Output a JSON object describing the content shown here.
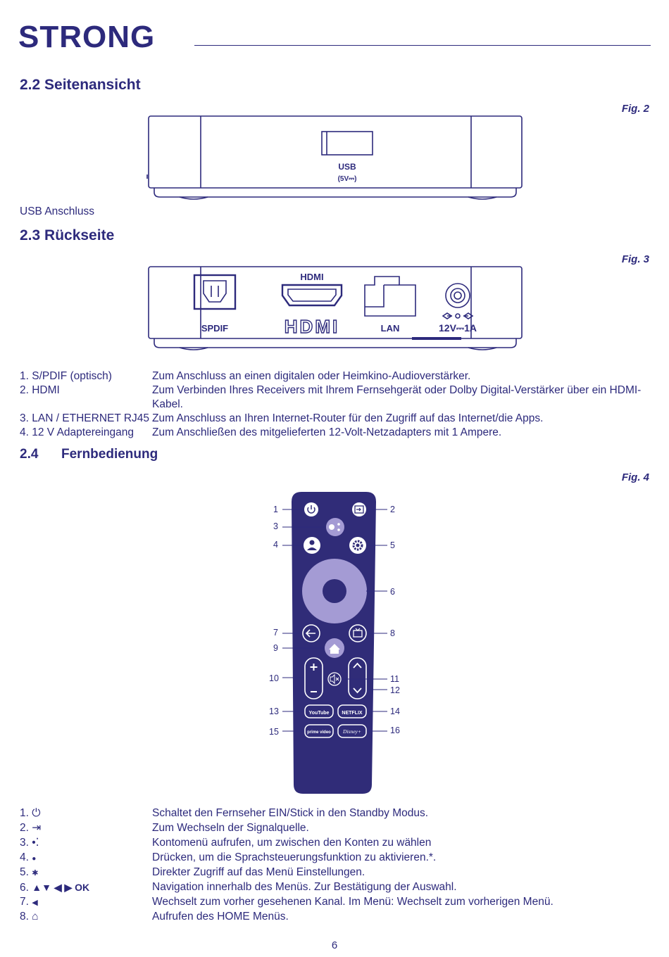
{
  "header": {
    "brand": "STRONG"
  },
  "section_side": {
    "title": "2.2 Seitenansicht",
    "fig_label": "Fig. 2",
    "port_label": "USB",
    "port_sublabel": "(5V⎓)",
    "caption": "USB Anschluss"
  },
  "section_rear": {
    "title": "2.3 Rückseite",
    "fig_label": "Fig. 3",
    "labels": {
      "hdmi_top": "HDMI",
      "spdif": "SPDIF",
      "hdmi_logo": "HDMI",
      "lan": "LAN",
      "power": "12V⎓1A"
    },
    "items": [
      {
        "term": "1. S/PDIF (optisch)",
        "desc": "Zum Anschluss an einen digitalen oder Heimkino-Audioverstärker."
      },
      {
        "term": "2. HDMI",
        "desc": "Zum Verbinden Ihres Receivers mit Ihrem Fernsehgerät oder Dolby  Digital-Verstärker über ein HDMI-Kabel."
      },
      {
        "term": "3. LAN / ETHERNET RJ45",
        "desc": "Zum Anschluss an Ihren Internet-Router für den Zugriff auf das Internet/die Apps."
      },
      {
        "term": "4. 12 V Adaptereingang",
        "desc": "Zum Anschließen des mitgelieferten 12-Volt-Netzadapters mit 1 Ampere."
      }
    ]
  },
  "section_remote": {
    "number": "2.4",
    "title": "Fernbedienung",
    "fig_label": "Fig. 4",
    "buttons": {
      "youtube": "YouTube",
      "netflix": "NETFLIX",
      "prime": "prime video",
      "disney": "Disney+"
    },
    "callouts": [
      "1",
      "2",
      "3",
      "4",
      "5",
      "6",
      "7",
      "8",
      "9",
      "10",
      "11",
      "12",
      "13",
      "14",
      "15",
      "16"
    ],
    "items": [
      {
        "term": "1.",
        "icon": "power-icon",
        "glyph": "⏻",
        "desc": "Schaltet den Fernseher EIN/Stick in den Standby Modus."
      },
      {
        "term": "2.",
        "icon": "input-source-icon",
        "glyph": "⇥",
        "desc": "Zum Wechseln der Signalquelle."
      },
      {
        "term": "3.",
        "icon": "assistant-icon",
        "glyph": "•⁚",
        "desc": "Kontomenü aufrufen, um zwischen den Konten zu wählen"
      },
      {
        "term": "4.",
        "icon": "user-icon",
        "glyph": "●",
        "desc": "Drücken, um die Sprachsteuerungsfunktion zu aktivieren.*."
      },
      {
        "term": "5.",
        "icon": "gear-icon",
        "glyph": "✱",
        "desc": "Direkter Zugriff auf das Menü Einstellungen."
      },
      {
        "term": "6.",
        "icon": "arrows-icon",
        "glyph": "▲▼ ◀ ▶ OK",
        "desc": " Navigation innerhalb des Menüs. Zur Bestätigung der Auswahl."
      },
      {
        "term": "7.",
        "icon": "back-icon",
        "glyph": "◀",
        "desc": "Wechselt zum vorher gesehenen Kanal. Im Menü: Wechselt zum vorherigen Menü."
      },
      {
        "term": "8.",
        "icon": "home-icon",
        "glyph": "⌂",
        "desc": "Aufrufen des HOME Menüs."
      }
    ]
  },
  "footer": {
    "page_number": "6"
  }
}
